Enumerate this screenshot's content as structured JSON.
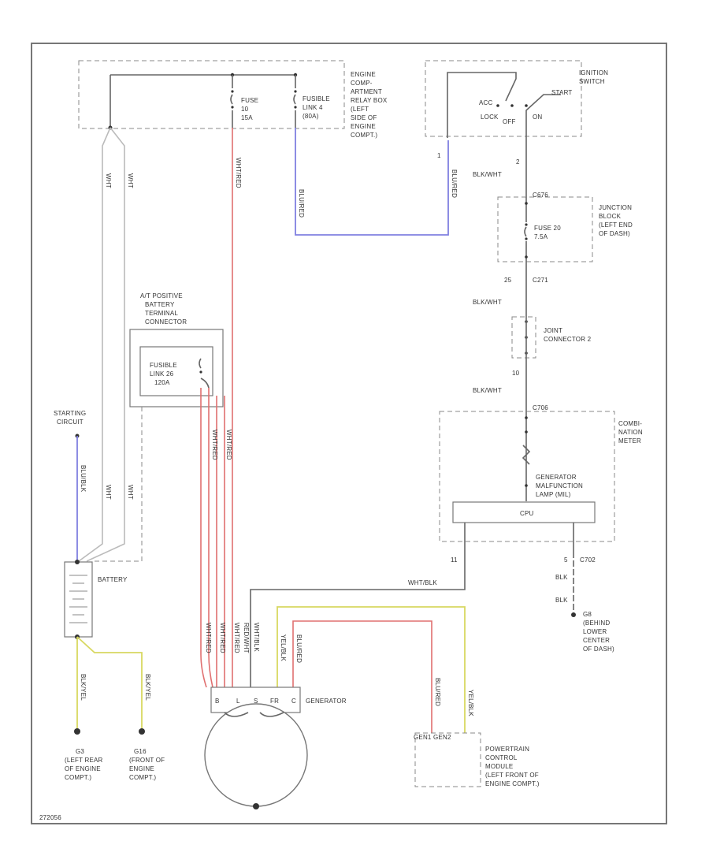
{
  "labels": {
    "ecrb": [
      "ENGINE",
      "COMP-",
      "ARTMENT",
      "RELAY BOX",
      "(LEFT",
      "SIDE OF",
      "ENGINE",
      "COMPT.)"
    ],
    "fuse10": [
      "FUSE",
      "10",
      "15A"
    ],
    "fusible4": [
      "FUSIBLE",
      "LINK 4",
      "(80A)"
    ],
    "ignition_switch": [
      "IGNITION",
      "SWITCH"
    ],
    "ign_acc": "ACC",
    "ign_lock": "LOCK",
    "ign_off": "OFF",
    "ign_on": "ON",
    "ign_start": "START",
    "pin2": "2",
    "pin1": "1",
    "blkwht1": "BLK/WHT",
    "c_jb_top": "C676",
    "junction_block": [
      "JUNCTION",
      "BLOCK",
      "(LEFT END",
      "OF DASH)"
    ],
    "fuse20": [
      "FUSE 20",
      "7.5A"
    ],
    "pin25": "25",
    "c_jb_bot": "C271",
    "blkwht2": "BLK/WHT",
    "joint_connector": [
      "JOINT",
      "CONNECTOR 2"
    ],
    "pin10": "10",
    "blkwht3": "BLK/WHT",
    "c_meter": "C706",
    "combination_meter": [
      "COMBI-",
      "NATION",
      "METER"
    ],
    "gen_lamp": [
      "GENERATOR",
      "MALFUNCTION",
      "LAMP (MIL)"
    ],
    "cpu": "CPU",
    "pin11": "11",
    "pin5": "5",
    "c_meter2": "C702",
    "whtblk": "WHT/BLK",
    "blk1": "BLK",
    "blk2": "BLK",
    "g8": [
      "G8",
      "(BEHIND",
      "LOWER",
      "CENTER",
      "OF DASH)"
    ],
    "at_terminal": [
      "A/T POSITIVE",
      "BATTERY",
      "TERMINAL",
      "CONNECTOR"
    ],
    "fusible26": [
      "FUSIBLE",
      "LINK 26",
      "120A"
    ],
    "starting": [
      "STARTING",
      "CIRCUIT"
    ],
    "battery": "BATTERY",
    "generator": "GENERATOR",
    "pcm": [
      "POWERTRAIN",
      "CONTROL",
      "MODULE",
      "(LEFT FRONT OF",
      "ENGINE COMPT.)"
    ],
    "pcm_pins": "GEN1   GEN2",
    "g3": [
      "G3",
      "(LEFT REAR",
      "OF ENGINE",
      "COMPT.)"
    ],
    "g16": [
      "G16",
      "(FRONT OF",
      "ENGINE",
      "COMPT.)"
    ],
    "gen_pins": [
      "B",
      "L",
      "S",
      "FR",
      "C"
    ],
    "wire_wht1": "WHT",
    "wire_wht2": "WHT",
    "wire_wht3": "WHT",
    "wire_wht4": "WHT",
    "wire_whtred1": "WHT/RED",
    "wire_whtred2": "WHT/RED",
    "wire_whtred3": "WHT/RED",
    "wire_whtred4": "WHT/RED",
    "wire_whtred5": "WHT/RED",
    "wire_whtred6": "WHT/RED",
    "wire_blured1": "BLU/RED",
    "wire_blured2": "BLU/RED",
    "wire_blublk": "BLU/BLK",
    "wire_redwht": "RED/WHT",
    "wire_whtblk2": "WHT/BLK",
    "wire_yelblk1": "YEL/BLK",
    "wire_yelblk2": "YEL/BLK",
    "wire_blured3": "BLU/RED",
    "wire_blured4": "BLU/RED",
    "wire_blkyel1": "BLK/YEL",
    "wire_blkyel2": "BLK/YEL",
    "footer_code": "272056"
  }
}
